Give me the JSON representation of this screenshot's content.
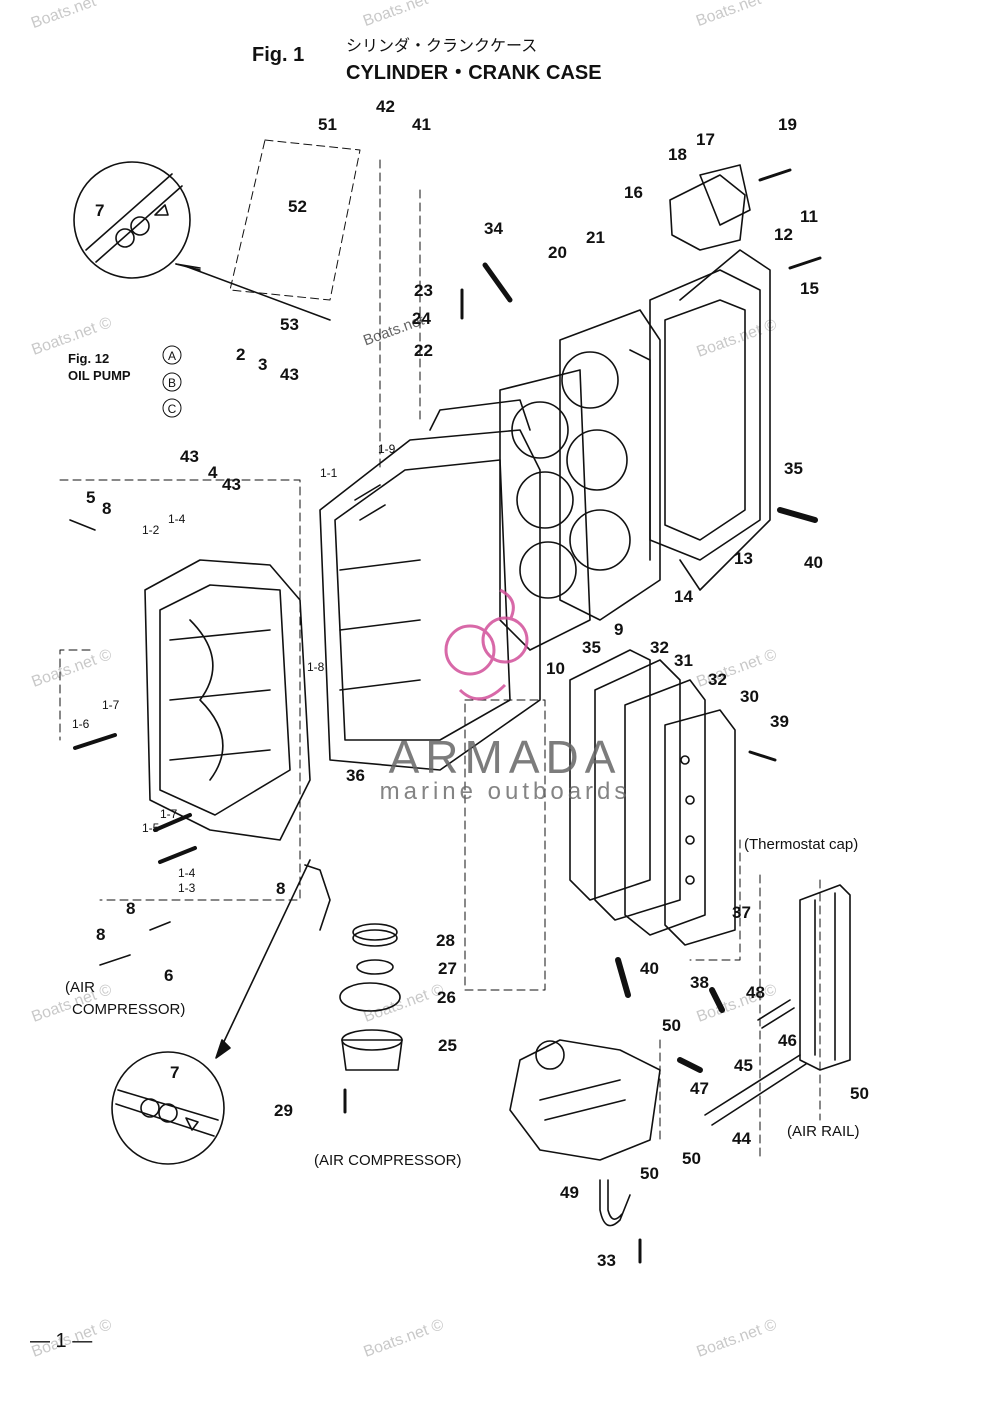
{
  "header": {
    "fig_label": "Fig. 1",
    "title_jp": "シリンダ・クランクケース",
    "title_en": "CYLINDER・CRANK CASE"
  },
  "reference": {
    "fig": "Fig. 12",
    "name": "OIL PUMP"
  },
  "captions": {
    "air_compressor_left_1": "(AIR",
    "air_compressor_left_2": "COMPRESSOR)",
    "air_compressor_bottom": "(AIR COMPRESSOR)",
    "thermostat_cap": "(Thermostat cap)",
    "air_rail": "(AIR RAIL)"
  },
  "circle_letters": [
    "A",
    "B",
    "C"
  ],
  "detail_label": "7",
  "part_numbers": [
    "51",
    "42",
    "41",
    "52",
    "53",
    "34",
    "23",
    "24",
    "22",
    "20",
    "21",
    "16",
    "18",
    "17",
    "19",
    "12",
    "11",
    "15",
    "2",
    "3",
    "43",
    "43",
    "4",
    "43",
    "35",
    "13",
    "40",
    "5",
    "8",
    "1-2",
    "1-4",
    "1-1",
    "1-9",
    "1-8",
    "14",
    "9",
    "35",
    "10",
    "32",
    "31",
    "32",
    "30",
    "39",
    "1-7",
    "1-6",
    "36",
    "1-7",
    "1-5",
    "1-4",
    "1-3",
    "8",
    "8",
    "8",
    "6",
    "28",
    "27",
    "26",
    "25",
    "29",
    "37",
    "38",
    "40",
    "48",
    "50",
    "46",
    "50",
    "45",
    "47",
    "44",
    "50",
    "50",
    "49",
    "33"
  ],
  "page_number": "— 1 —",
  "watermarks": [
    "Boats.net",
    "Boats.net ©"
  ],
  "brand": {
    "name": "ARMADA",
    "tagline": "marine outboards",
    "accent_color": "#d24f9a"
  }
}
